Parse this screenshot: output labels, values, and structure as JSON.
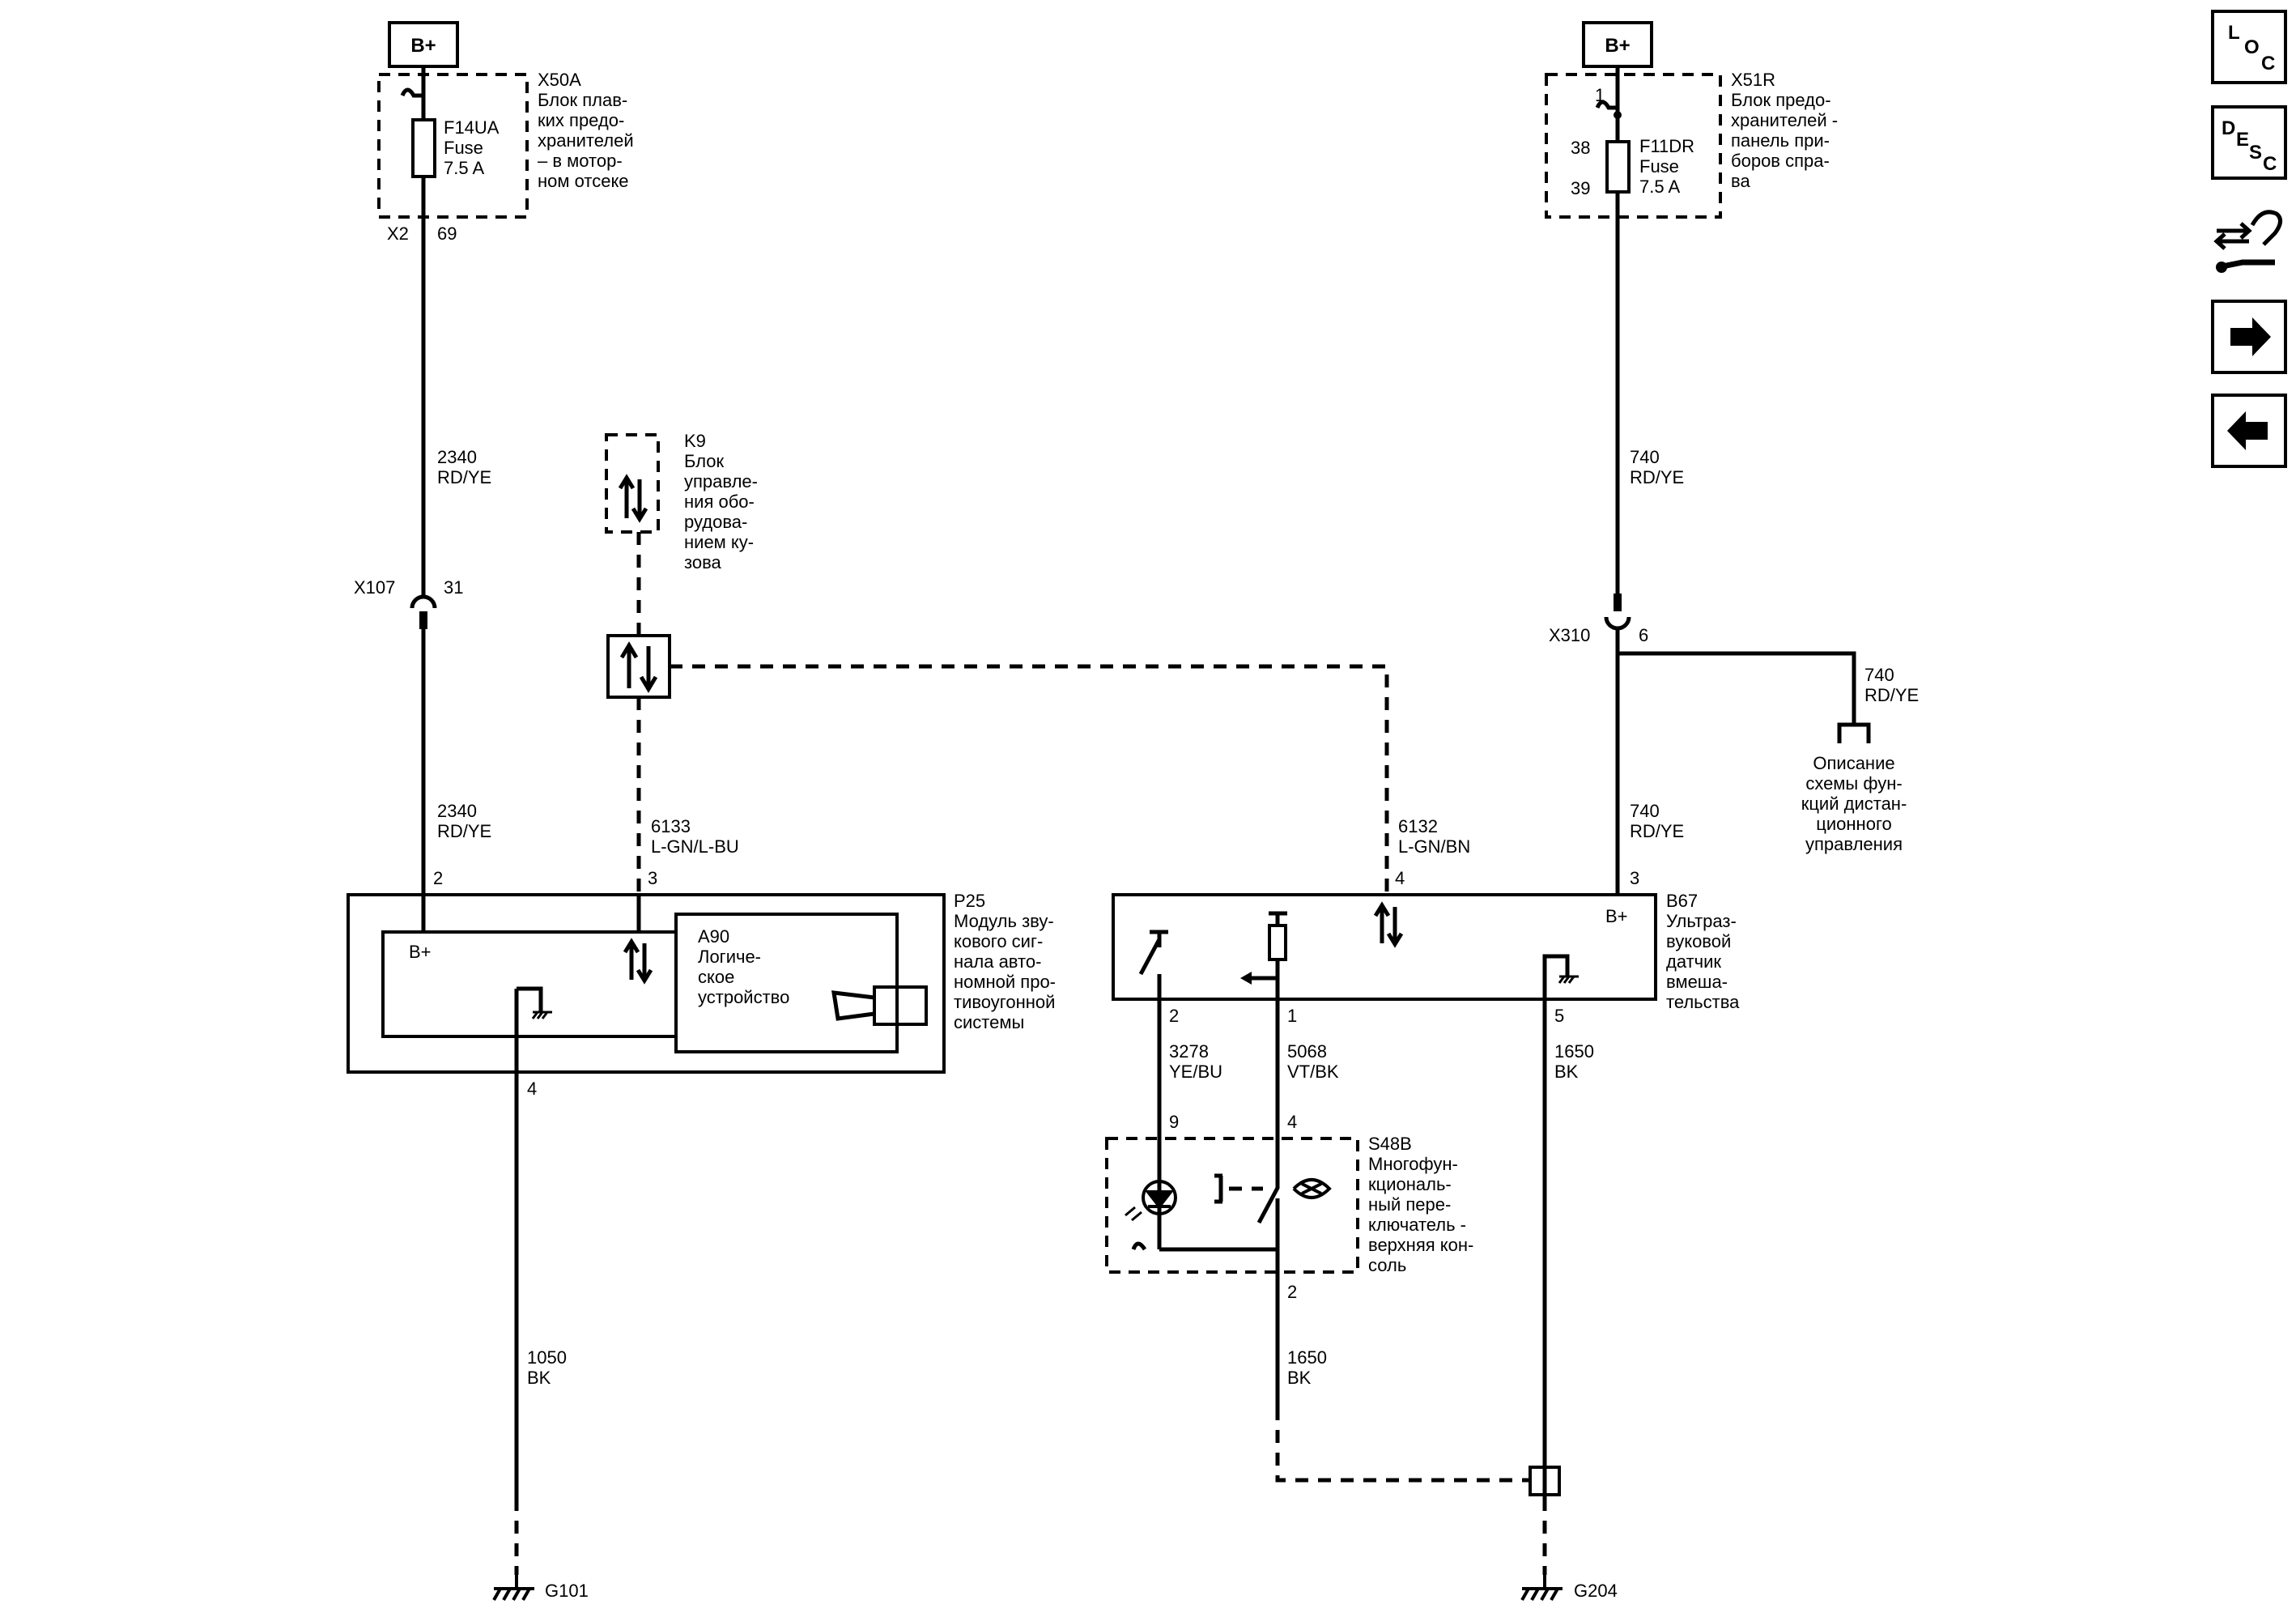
{
  "nav": {
    "loc": {
      "l": "L",
      "o": "O",
      "c": "C"
    },
    "desc": {
      "d": "D",
      "e": "E",
      "s": "S",
      "c": "C"
    },
    "icons": [
      "loc-button",
      "desc-button",
      "connector-tool-icon",
      "arrow-right-icon",
      "arrow-left-icon"
    ]
  },
  "power": {
    "left": "B+",
    "right": "B+"
  },
  "x50a": {
    "code": "X50A",
    "desc": [
      "Блок плав-",
      "ких предо-",
      "хранителей",
      "– в мотор-",
      "ном отсеке"
    ],
    "fuse": [
      "F14UA",
      "Fuse",
      "7.5 A"
    ],
    "conn": "X2",
    "pin": "69"
  },
  "x51r": {
    "code": "X51R",
    "desc": [
      "Блок предо-",
      "хранителей -",
      "панель при-",
      "боров спра-",
      "ва"
    ],
    "fuse": [
      "F11DR",
      "Fuse",
      "7.5 A"
    ],
    "pin_top": "1",
    "pin_a": "38",
    "pin_b": "39"
  },
  "wires": {
    "w2340_top": [
      "2340",
      "RD/YE"
    ],
    "w2340_bot": [
      "2340",
      "RD/YE"
    ],
    "w740_top": [
      "740",
      "RD/YE"
    ],
    "w740_bot": [
      "740",
      "RD/YE"
    ],
    "w740_branch": [
      "740",
      "RD/YE"
    ],
    "w6133": [
      "6133",
      "L-GN/L-BU"
    ],
    "w6132": [
      "6132",
      "L-GN/BN"
    ],
    "w1050": [
      "1050",
      "BK"
    ],
    "w3278": [
      "3278",
      "YE/BU"
    ],
    "w5068": [
      "5068",
      "VT/BK"
    ],
    "w1650_a": [
      "1650",
      "BK"
    ],
    "w1650_b": [
      "1650",
      "BK"
    ]
  },
  "x107": {
    "code": "X107",
    "pin": "31"
  },
  "x310": {
    "code": "X310",
    "pin": "6"
  },
  "k9": {
    "code": "K9",
    "desc": [
      "Блок",
      "управле-",
      "ния обо-",
      "рудова-",
      "нием ку-",
      "зова"
    ]
  },
  "remote": {
    "desc": [
      "Описание",
      "схемы фун-",
      "кций дистан-",
      "ционного",
      "управления"
    ]
  },
  "p25": {
    "code": "P25",
    "desc": [
      "Модуль зву-",
      "кового сиг-",
      "нала авто-",
      "номной про-",
      "тивоугонной",
      "системы"
    ],
    "bplus": "B+",
    "pin2": "2",
    "pin3": "3",
    "pin4": "4"
  },
  "a90": {
    "code": "A90",
    "desc": [
      "Логиче-",
      "ское",
      "устройство"
    ]
  },
  "b67": {
    "code": "B67",
    "desc": [
      "Ультраз-",
      "вуковой",
      "датчик",
      "вмеша-",
      "тельства"
    ],
    "bplus": "B+",
    "pin4": "4",
    "pin3": "3",
    "pin2": "2",
    "pin1": "1",
    "pin5": "5"
  },
  "s48b": {
    "code": "S48B",
    "desc": [
      "Многофун-",
      "кциональ-",
      "ный пере-",
      "ключатель -",
      "верхняя кон-",
      "соль"
    ],
    "pin9": "9",
    "pin4": "4",
    "pin2": "2"
  },
  "grounds": {
    "g101": "G101",
    "g204": "G204"
  }
}
